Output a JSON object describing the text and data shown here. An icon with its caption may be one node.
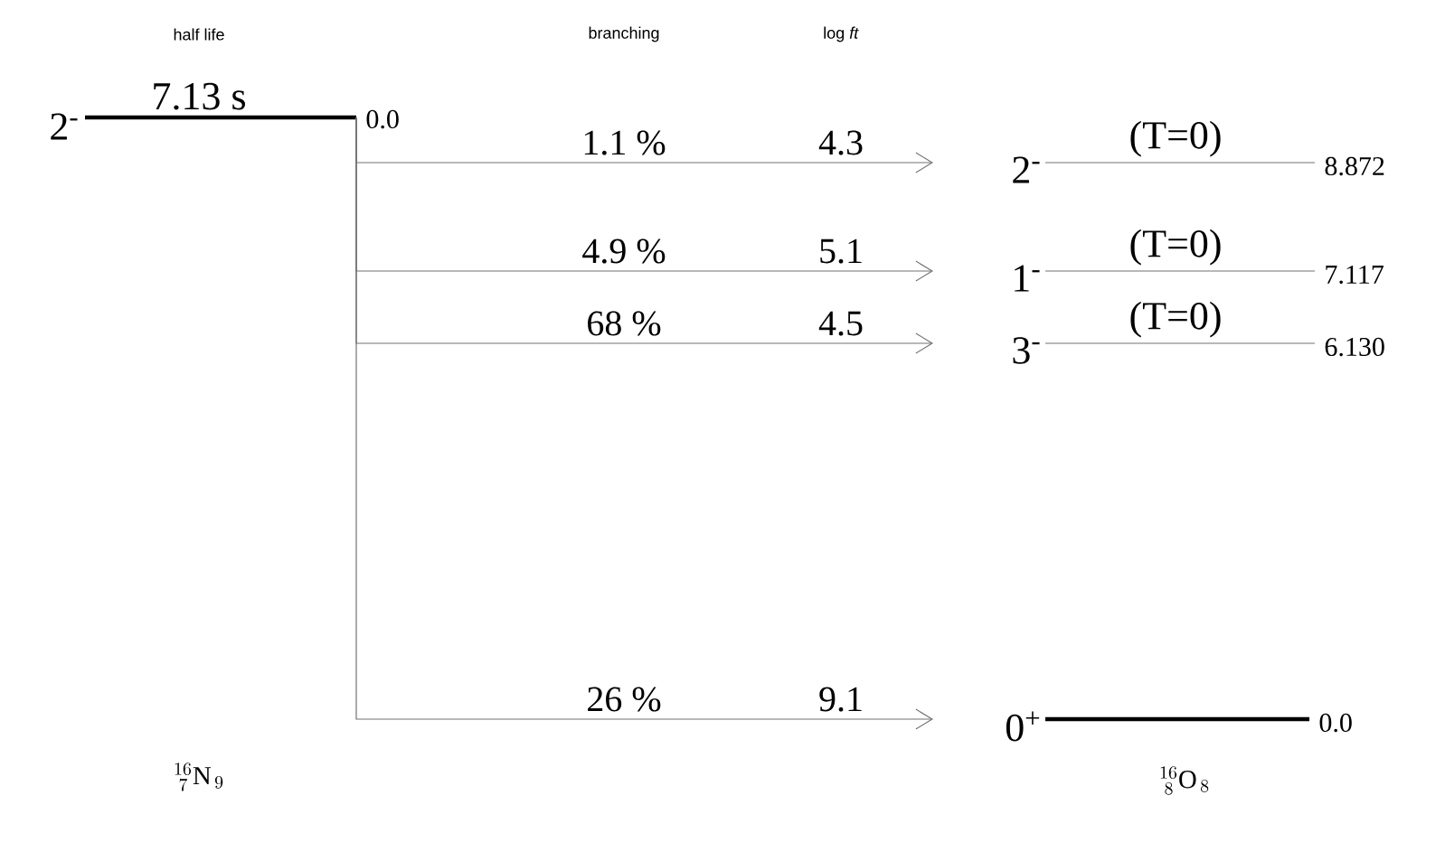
{
  "diagram": {
    "nodes": [
      {
        "text": [
          "2$^{-}$",
          "7.13 s",
          "0.0"
        ]
      },
      {
        "text": [
          "2$^{-}$",
          "(T=0)",
          "8.872"
        ]
      },
      {
        "text": [
          "1$^{-}$",
          "(T=0)",
          "7.117"
        ]
      },
      {
        "text": [
          "3$^{-}$",
          "(T=0)",
          "6.130"
        ]
      },
      {
        "text": [
          "0$^{+}$",
          "0.0"
        ]
      }
    ],
    "edges": [
      {
        "from": 0,
        "to": 1,
        "arrow": "to",
        "label": "1.1 %"
      },
      {
        "from": 0,
        "to": 2,
        "arrow": "to",
        "label": "4.9 %"
      },
      {
        "from": 0,
        "to": 3,
        "arrow": "to",
        "label": "68 %"
      },
      {
        "from": 0,
        "to": 4,
        "arrow": "to",
        "label": "26 %"
      }
    ],
    "labels": [
      "half life",
      "branching",
      "log *ft*",
      "4.3",
      "5.1",
      "4.5",
      "9.1",
      "{}^{16}_{\\;7}\\mathrm{N}_{\\,9}",
      "{}^{16}_{\\;8}\\mathrm{O}_{\\,8}"
    ]
  }
}
